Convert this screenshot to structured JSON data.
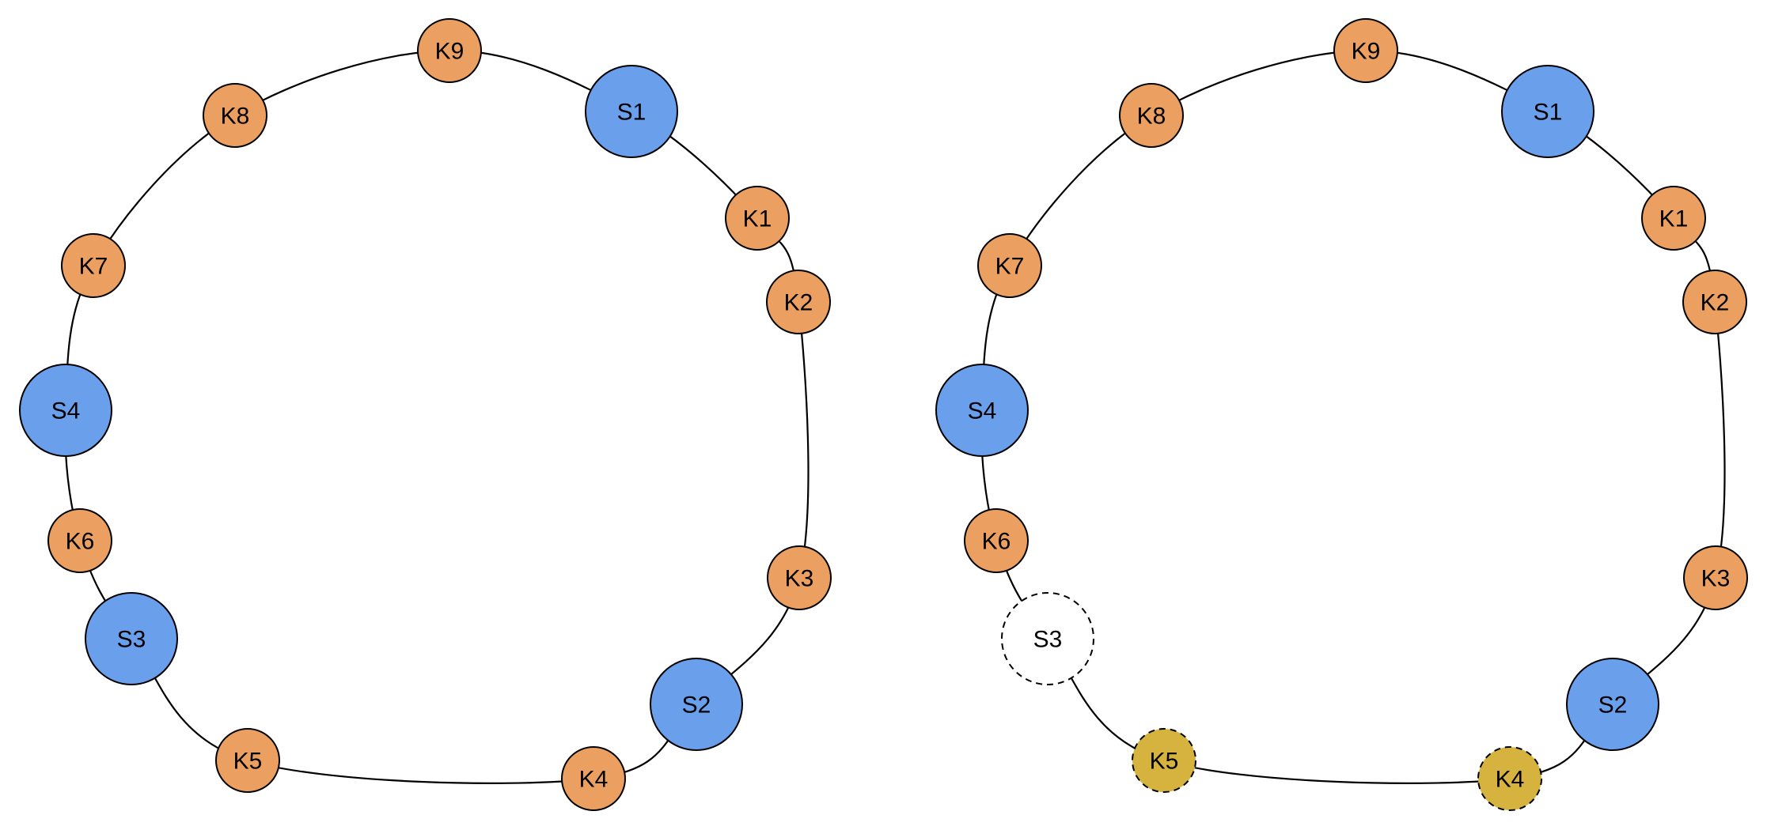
{
  "diagram": {
    "colors": {
      "server": "#6a9fec",
      "key": "#eb9f60",
      "reassigned_key": "#d6b33e",
      "removed_server": "#ffffff",
      "line": "#000000"
    },
    "rings": [
      {
        "id": "before",
        "nodes": [
          {
            "label": "K9",
            "kind": "key"
          },
          {
            "label": "S1",
            "kind": "server"
          },
          {
            "label": "K1",
            "kind": "key"
          },
          {
            "label": "K2",
            "kind": "key"
          },
          {
            "label": "K3",
            "kind": "key"
          },
          {
            "label": "S2",
            "kind": "server"
          },
          {
            "label": "K4",
            "kind": "key"
          },
          {
            "label": "K5",
            "kind": "key"
          },
          {
            "label": "S3",
            "kind": "server"
          },
          {
            "label": "K6",
            "kind": "key"
          },
          {
            "label": "S4",
            "kind": "server"
          },
          {
            "label": "K7",
            "kind": "key"
          },
          {
            "label": "K8",
            "kind": "key"
          }
        ]
      },
      {
        "id": "after",
        "nodes": [
          {
            "label": "K9",
            "kind": "key"
          },
          {
            "label": "S1",
            "kind": "server"
          },
          {
            "label": "K1",
            "kind": "key"
          },
          {
            "label": "K2",
            "kind": "key"
          },
          {
            "label": "K3",
            "kind": "key"
          },
          {
            "label": "S2",
            "kind": "server"
          },
          {
            "label": "K4",
            "kind": "reassigned_key"
          },
          {
            "label": "K5",
            "kind": "reassigned_key"
          },
          {
            "label": "S3",
            "kind": "removed_server"
          },
          {
            "label": "K6",
            "kind": "key"
          },
          {
            "label": "S4",
            "kind": "server"
          },
          {
            "label": "K7",
            "kind": "key"
          },
          {
            "label": "K8",
            "kind": "key"
          }
        ]
      }
    ]
  }
}
